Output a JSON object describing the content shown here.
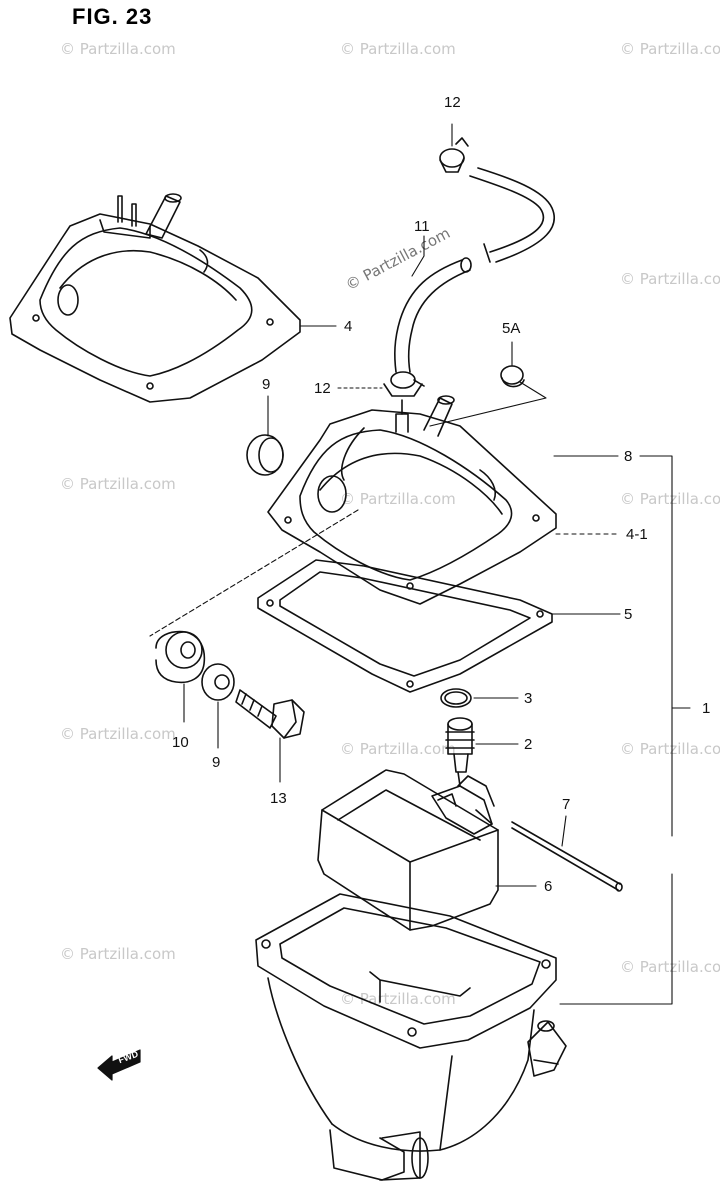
{
  "figure": {
    "title": "FIG. 23"
  },
  "watermark": {
    "text": "© Partzilla.com"
  },
  "callouts": [
    {
      "id": "c12a",
      "text": "12"
    },
    {
      "id": "c11",
      "text": "11"
    },
    {
      "id": "c4",
      "text": "4"
    },
    {
      "id": "c5A",
      "text": "5A"
    },
    {
      "id": "c9a",
      "text": "9"
    },
    {
      "id": "c12b",
      "text": "12"
    },
    {
      "id": "c8",
      "text": "8"
    },
    {
      "id": "c4-1",
      "text": "4-1"
    },
    {
      "id": "c5",
      "text": "5"
    },
    {
      "id": "c3",
      "text": "3"
    },
    {
      "id": "c1",
      "text": "1"
    },
    {
      "id": "c2",
      "text": "2"
    },
    {
      "id": "c10",
      "text": "10"
    },
    {
      "id": "c9b",
      "text": "9"
    },
    {
      "id": "c13",
      "text": "13"
    },
    {
      "id": "c7",
      "text": "7"
    },
    {
      "id": "c6",
      "text": "6"
    }
  ],
  "fwd_marker": {
    "text": "FWD"
  },
  "colors": {
    "ink": "#111111",
    "watermark": "#c8c8c8",
    "background": "#ffffff"
  }
}
